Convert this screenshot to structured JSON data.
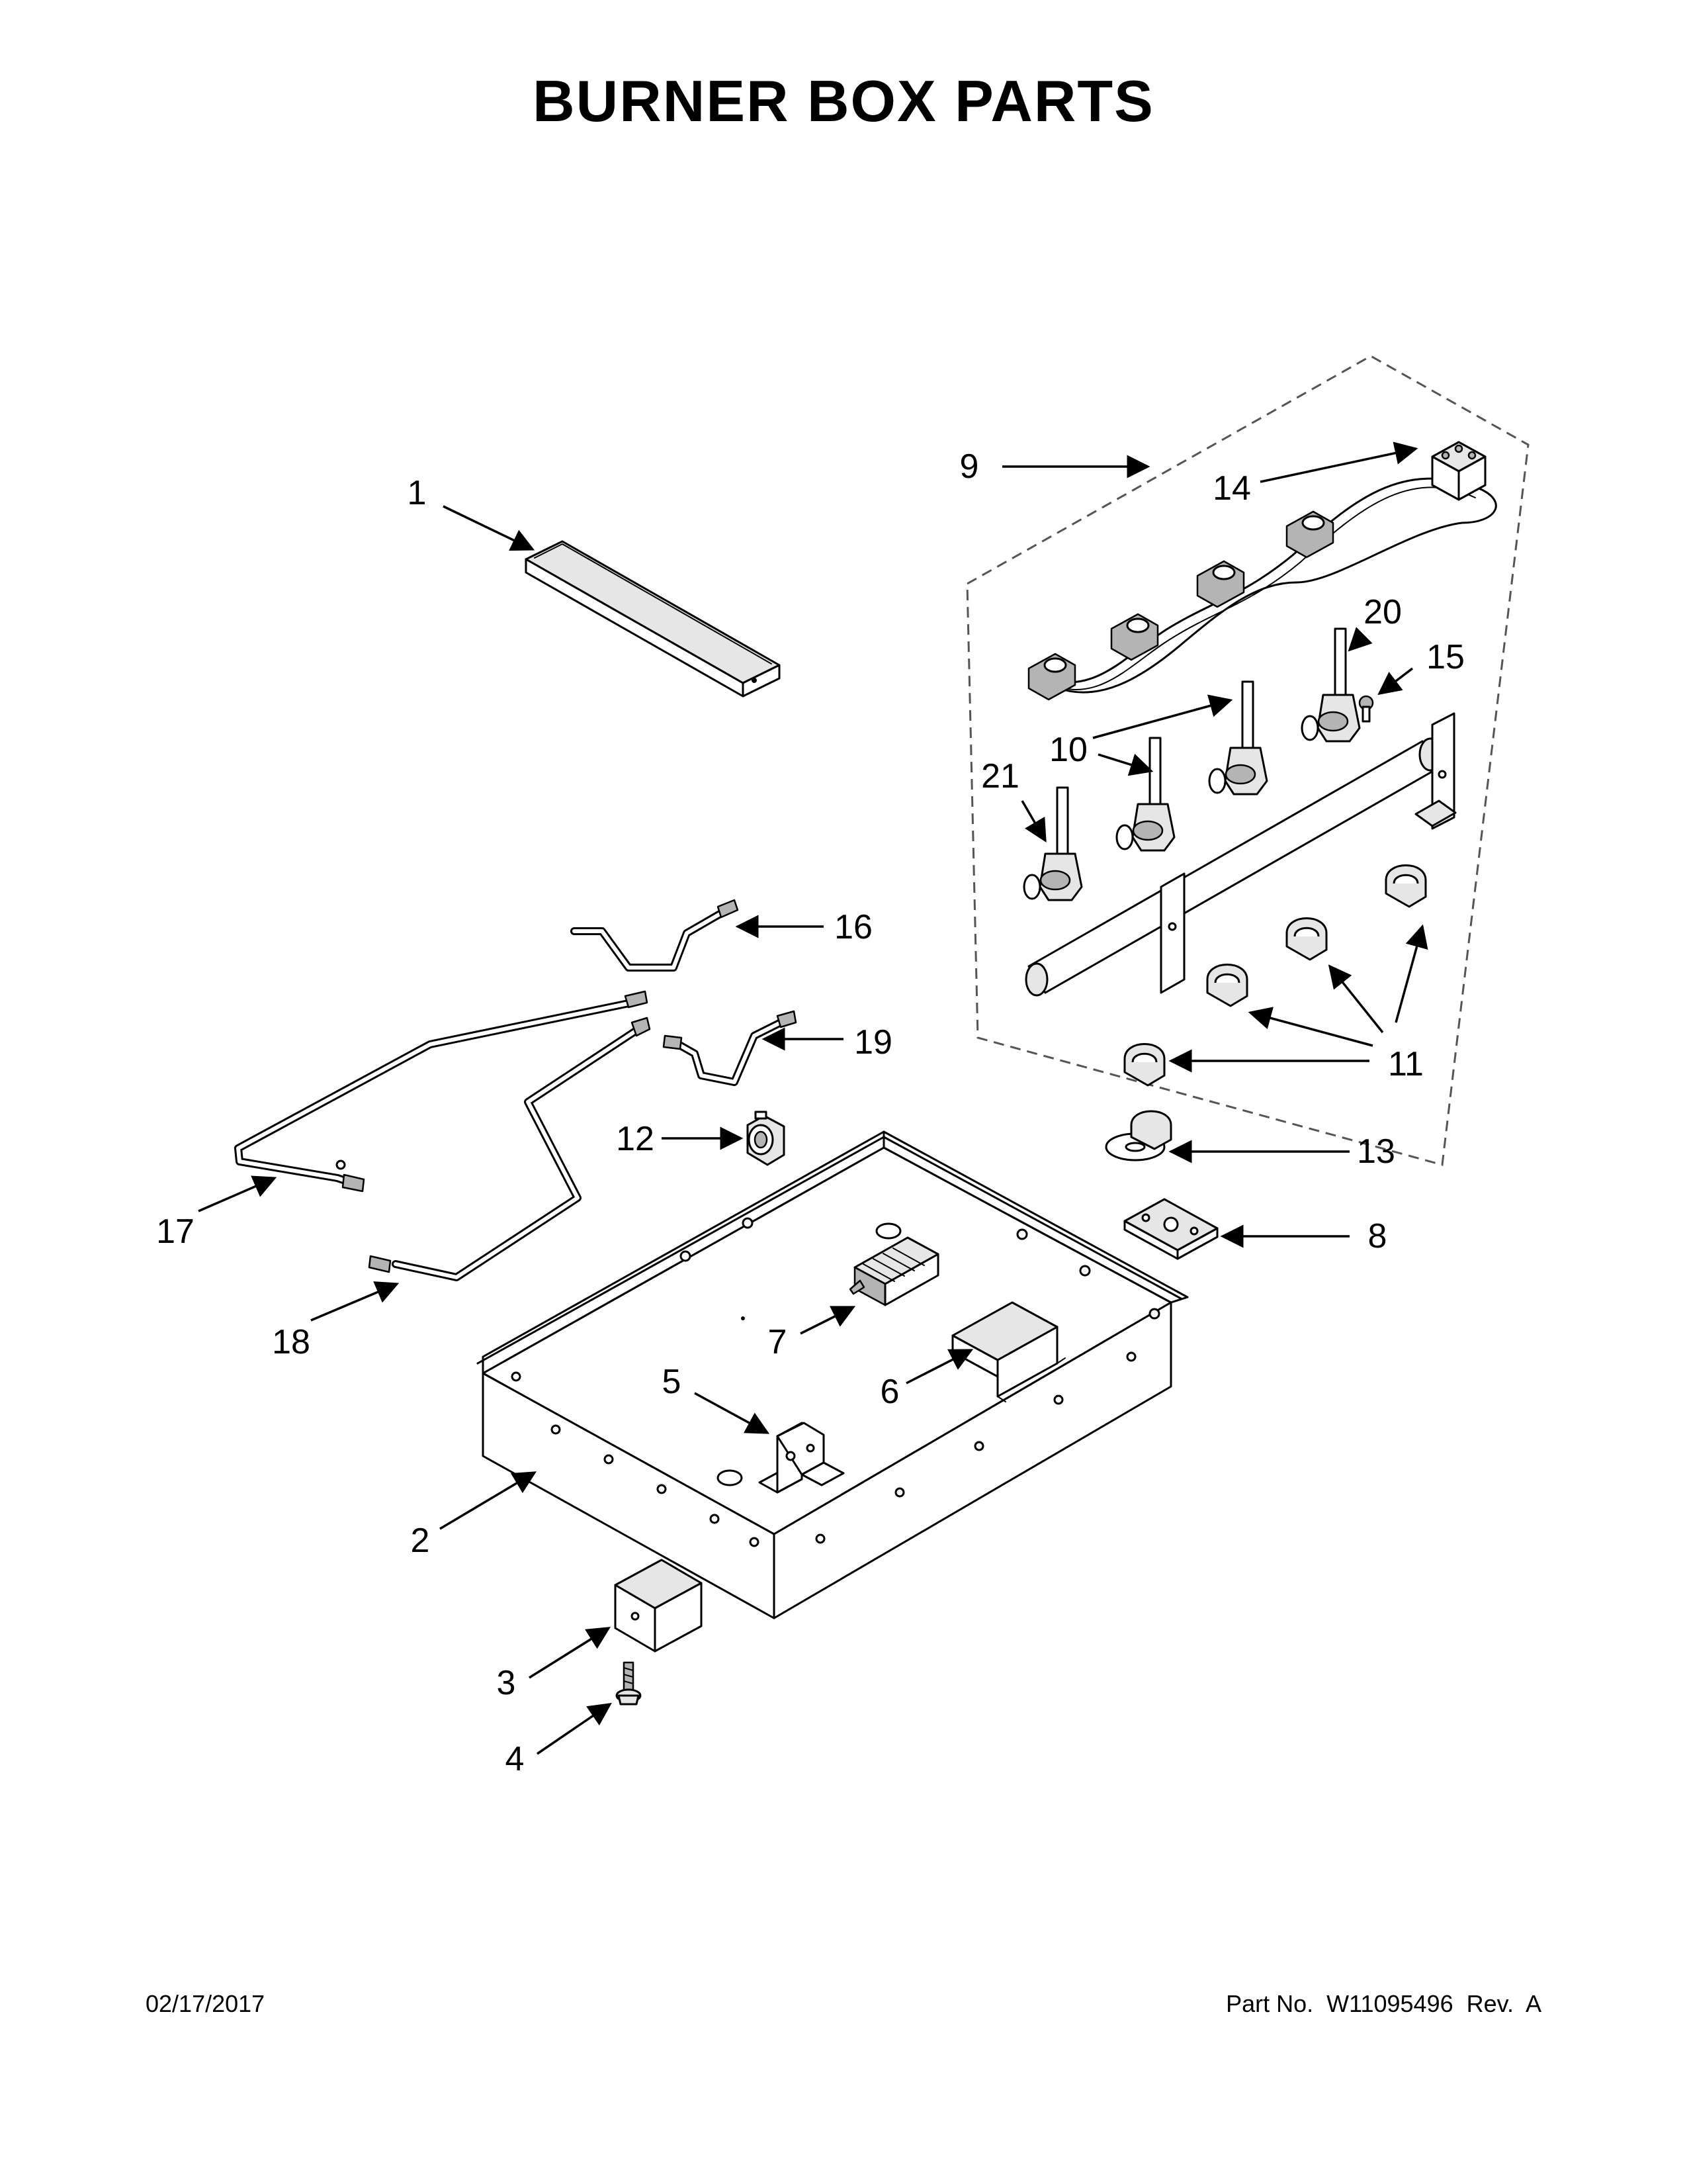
{
  "title": "BURNER BOX PARTS",
  "footer": {
    "date": "02/17/2017",
    "part_no": "Part No.  W11095496  Rev.  A"
  },
  "callouts": {
    "c1": "1",
    "c2": "2",
    "c3": "3",
    "c4": "4",
    "c5": "5",
    "c6": "6",
    "c7": "7",
    "c8": "8",
    "c9": "9",
    "c10": "10",
    "c11": "11",
    "c12": "12",
    "c13": "13",
    "c14": "14",
    "c15": "15",
    "c16": "16",
    "c17": "17",
    "c18": "18",
    "c19": "19",
    "c20": "20",
    "c21": "21"
  }
}
